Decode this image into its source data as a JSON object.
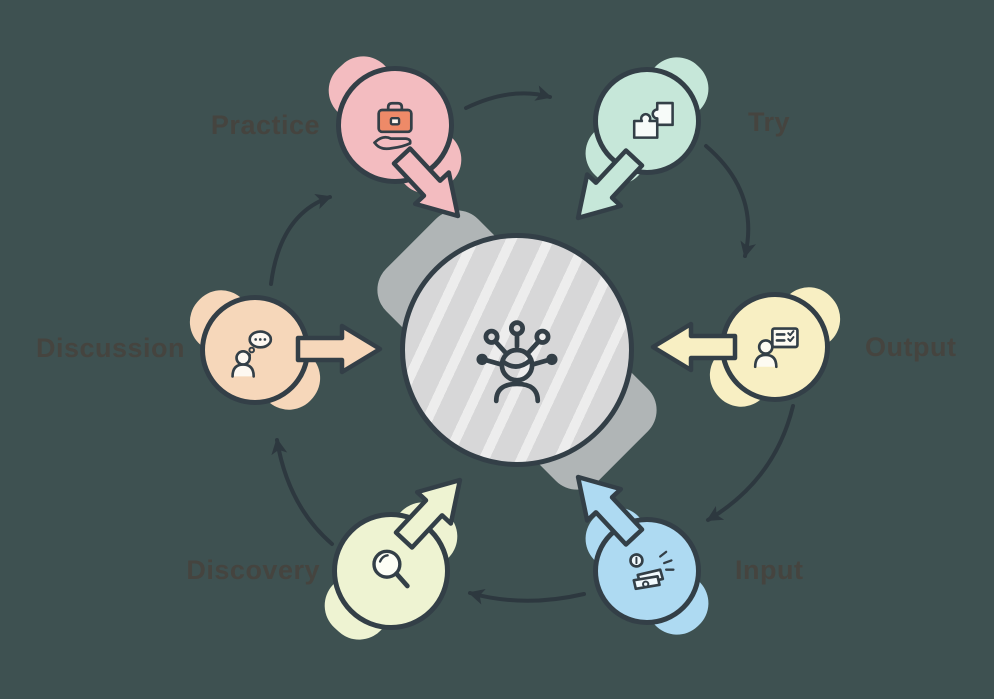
{
  "diagram_type": "circular-cycle",
  "background_color": "#3e5151",
  "outline_color": "#333f47",
  "label_color": "#45443f",
  "center": {
    "name": "learning-hub",
    "icon": "person-ideas-icon",
    "fill": "#d7d7d8"
  },
  "nodes": [
    {
      "id": "practice",
      "label": "Practice",
      "icon": "hand-briefcase-icon",
      "fill": "#f3bcc0",
      "label_side": "left"
    },
    {
      "id": "try",
      "label": "Try",
      "icon": "puzzle-pieces-icon",
      "fill": "#c6e7d9",
      "label_side": "right"
    },
    {
      "id": "output",
      "label": "Output",
      "icon": "person-presentation-icon",
      "fill": "#f8efc3",
      "label_side": "right"
    },
    {
      "id": "input",
      "label": "Input",
      "icon": "hand-money-icon",
      "fill": "#aedaf2",
      "label_side": "right"
    },
    {
      "id": "discovery",
      "label": "Discovery",
      "icon": "magnifier-icon",
      "fill": "#eef3d2",
      "label_side": "left"
    },
    {
      "id": "discussion",
      "label": "Discussion",
      "icon": "person-thinking-icon",
      "fill": "#f6d7ba",
      "label_side": "left"
    }
  ],
  "cycle_arrows": [
    {
      "from": "Practice",
      "to": "Try"
    },
    {
      "from": "Try",
      "to": "Output"
    },
    {
      "from": "Output",
      "to": "Input"
    },
    {
      "from": "Input",
      "to": "Discovery"
    },
    {
      "from": "Discovery",
      "to": "Discussion"
    },
    {
      "from": "Discussion",
      "to": "Practice"
    }
  ],
  "inward_arrows": [
    "Practice",
    "Try",
    "Output",
    "Input",
    "Discovery",
    "Discussion"
  ],
  "arrow_color": "#2d383f"
}
